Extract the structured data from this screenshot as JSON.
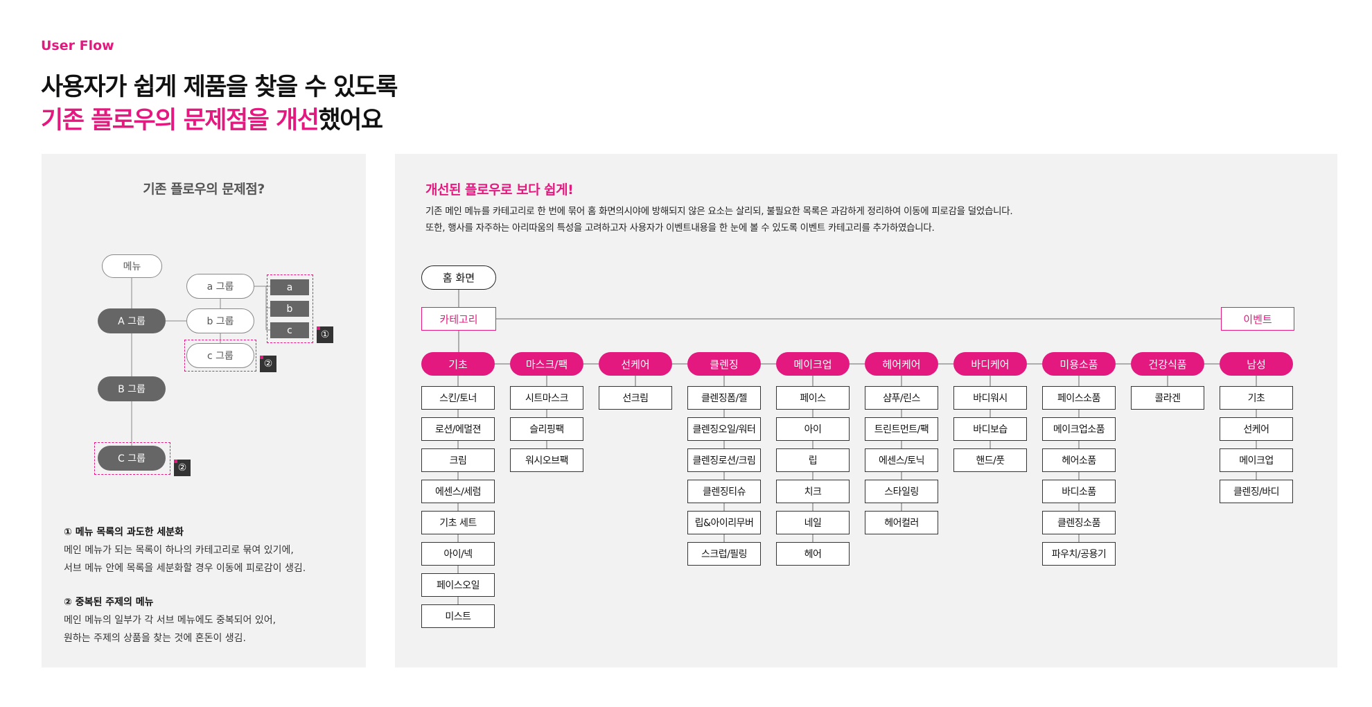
{
  "header": {
    "eyebrow": "User Flow",
    "line1": "사용자가 쉽게 제품을 찾을 수 있도록",
    "line2_highlight": "기존 플로우의 문제점을 개선",
    "line2_rest": "했어요"
  },
  "left": {
    "title": "기존 플로우의 문제점?",
    "diagram": {
      "menu": "메뉴",
      "a_group": "A 그룹",
      "b_group": "B 그룹",
      "c_group": "C 그룹",
      "sub_a": "a 그룹",
      "sub_b": "b 그룹",
      "sub_c": "c 그룹",
      "item_a": "a",
      "item_b": "b",
      "item_c": "c",
      "badge1": "①",
      "badge2": "②"
    },
    "notes": [
      {
        "title": "① 메뉴 목록의 과도한 세분화",
        "lines": [
          "메인 메뉴가 되는 목록이 하나의 카테고리로 묶여 있기에,",
          "서브 메뉴 안에 목록을 세분화할 경우 이동에 피로감이 생김."
        ]
      },
      {
        "title": "② 중복된 주제의 메뉴",
        "lines": [
          "메인 메뉴의 일부가 각 서브 메뉴에도 중복되어 있어,",
          "원하는 주제의 상품을 찾는 것에 혼돈이 생김."
        ]
      }
    ]
  },
  "right": {
    "title": "개선된 플로우로 보다 쉽게!",
    "desc1": "기존 메인 메뉴를 카테고리로 한 번에 묶어 홈 화면의시야에 방해되지 않은 요소는 살리되, 불필요한 목록은 과감하게 정리하여 이동에 피로감을 덜었습니다.",
    "desc2": "또한, 행사를 자주하는 아리따움의 특성을 고려하고자 사용자가 이벤트내용을  한 눈에 볼 수 있도록 이벤트 카테고리를 추가하였습니다.",
    "home": "홈 화면",
    "category": "카테고리",
    "event": "이벤트",
    "columns": [
      {
        "name": "기초",
        "items": [
          "스킨/토너",
          "로션/에멀젼",
          "크림",
          "에센스/세럼",
          "기초 세트",
          "아이/넥",
          "페이스오일",
          "미스트"
        ]
      },
      {
        "name": "마스크/팩",
        "items": [
          "시트마스크",
          "슬리핑팩",
          "워시오브팩"
        ]
      },
      {
        "name": "선케어",
        "items": [
          "선크림"
        ]
      },
      {
        "name": "클렌징",
        "items": [
          "클렌징폼/젤",
          "클렌징오일/워터",
          "클렌징로션/크림",
          "클렌징티슈",
          "립&아이리무버",
          "스크럽/필링"
        ]
      },
      {
        "name": "메이크업",
        "items": [
          "페이스",
          "아이",
          "립",
          "치크",
          "네일",
          "헤어"
        ]
      },
      {
        "name": "헤어케어",
        "items": [
          "샴푸/린스",
          "트린트먼트/팩",
          "에센스/토닉",
          "스타일링",
          "헤어컬러"
        ]
      },
      {
        "name": "바디케어",
        "items": [
          "바디워시",
          "바디보습",
          "핸드/풋"
        ]
      },
      {
        "name": "미용소품",
        "items": [
          "페이스소품",
          "메이크업소품",
          "헤어소품",
          "바디소품",
          "클렌징소품",
          "파우치/공용기"
        ]
      },
      {
        "name": "건강식품",
        "items": [
          "콜라겐"
        ]
      },
      {
        "name": "남성",
        "items": [
          "기초",
          "선케어",
          "메이크업",
          "클렌징/바디"
        ]
      }
    ]
  },
  "colors": {
    "accent": "#e3197f",
    "panel": "#f2f2f2",
    "dark_node": "#666666"
  }
}
